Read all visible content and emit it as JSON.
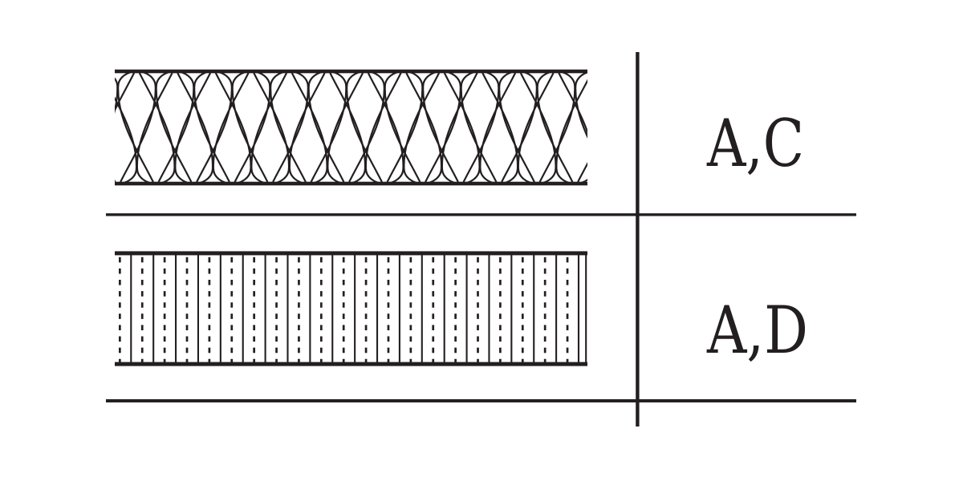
{
  "colors": {
    "ink": "#231f20",
    "background": "#ffffff"
  },
  "legend": {
    "rows": [
      {
        "symbol": "batt-insulation-hatch",
        "label": "A,C"
      },
      {
        "symbol": "board-insulation-hatch",
        "label": "A,D"
      }
    ]
  }
}
